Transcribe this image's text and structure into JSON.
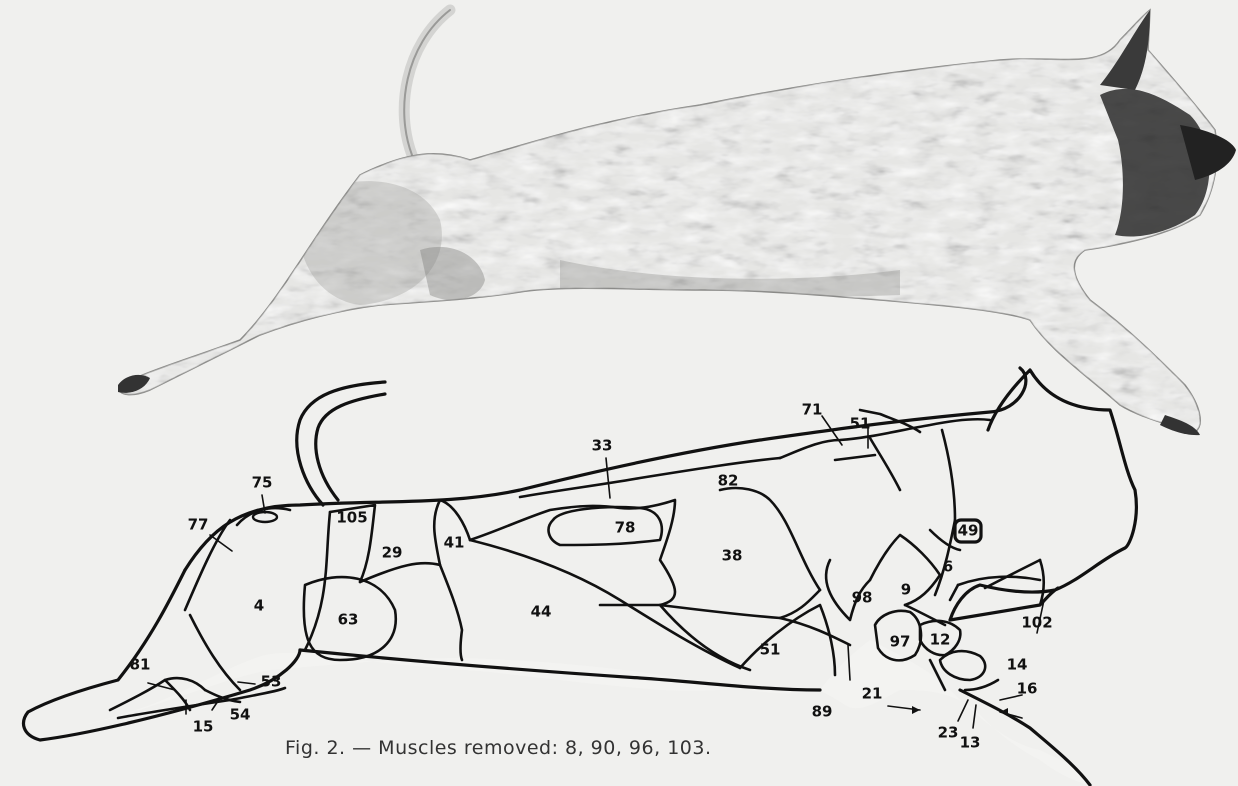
{
  "caption": "Fig. 2. — Muscles removed: 8, 90, 96, 103.",
  "labels": {
    "m4": "4",
    "m6": "6",
    "m9": "9",
    "m12": "12",
    "m13": "13",
    "m14": "14",
    "m15": "15",
    "m16": "16",
    "m21": "21",
    "m23": "23",
    "m29": "29",
    "m33": "33",
    "m38": "38",
    "m41": "41",
    "m44": "44",
    "m49": "49",
    "m51_top": "51",
    "m51_bottom": "51",
    "m53": "53",
    "m54": "54",
    "m63": "63",
    "m71": "71",
    "m75": "75",
    "m77": "77",
    "m78": "78",
    "m81": "81",
    "m82": "82",
    "m89": "89",
    "m97": "97",
    "m98": "98",
    "m102": "102",
    "m105": "105"
  },
  "colors": {
    "background": "#f0f0ee",
    "outline": "#111111",
    "region_fill": "#e2e2e0",
    "photo_light": "#e6e6e4",
    "photo_dark": "#555555"
  }
}
